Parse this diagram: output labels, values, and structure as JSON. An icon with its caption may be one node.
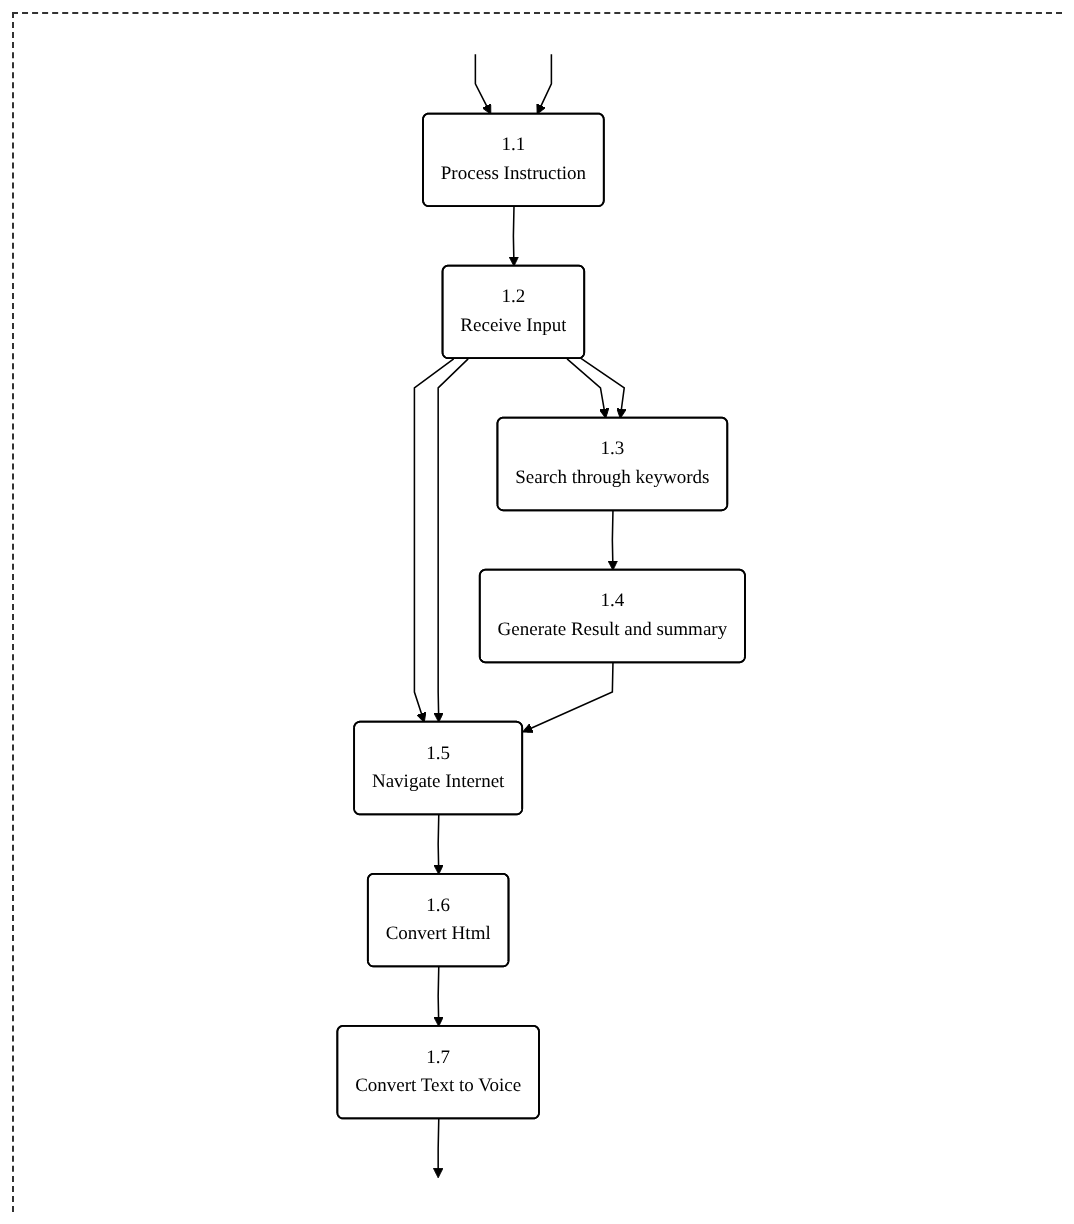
{
  "diagram": {
    "nodes": [
      {
        "text": [
          "1.1",
          "Process Instruction"
        ]
      },
      {
        "text": [
          "1.2",
          "Receive Input"
        ]
      },
      {
        "text": [
          "1.3",
          "Search through keywords"
        ]
      },
      {
        "text": [
          "1.4",
          "Generate Result and summary"
        ]
      },
      {
        "text": [
          "1.5",
          "Navigate Internet"
        ]
      },
      {
        "text": [
          "1.6",
          "Convert Html"
        ]
      },
      {
        "text": [
          "1.7",
          "Convert Text to Voice"
        ]
      }
    ],
    "edges": [
      {
        "from": null,
        "to": 0,
        "arrow": "to"
      },
      {
        "from": null,
        "to": 0,
        "arrow": "to"
      },
      {
        "from": 0,
        "to": 1,
        "arrow": "to"
      },
      {
        "from": 1,
        "to": 2,
        "arrow": "to"
      },
      {
        "from": 1,
        "to": 2,
        "arrow": "to"
      },
      {
        "from": 1,
        "to": 4,
        "arrow": "to"
      },
      {
        "from": 1,
        "to": 4,
        "arrow": "to"
      },
      {
        "from": 2,
        "to": 3,
        "arrow": "to"
      },
      {
        "from": 3,
        "to": 4,
        "arrow": "to"
      },
      {
        "from": 4,
        "to": 5,
        "arrow": "to"
      },
      {
        "from": 5,
        "to": 6,
        "arrow": "to"
      },
      {
        "from": 6,
        "to": null,
        "arrow": "to"
      }
    ]
  }
}
